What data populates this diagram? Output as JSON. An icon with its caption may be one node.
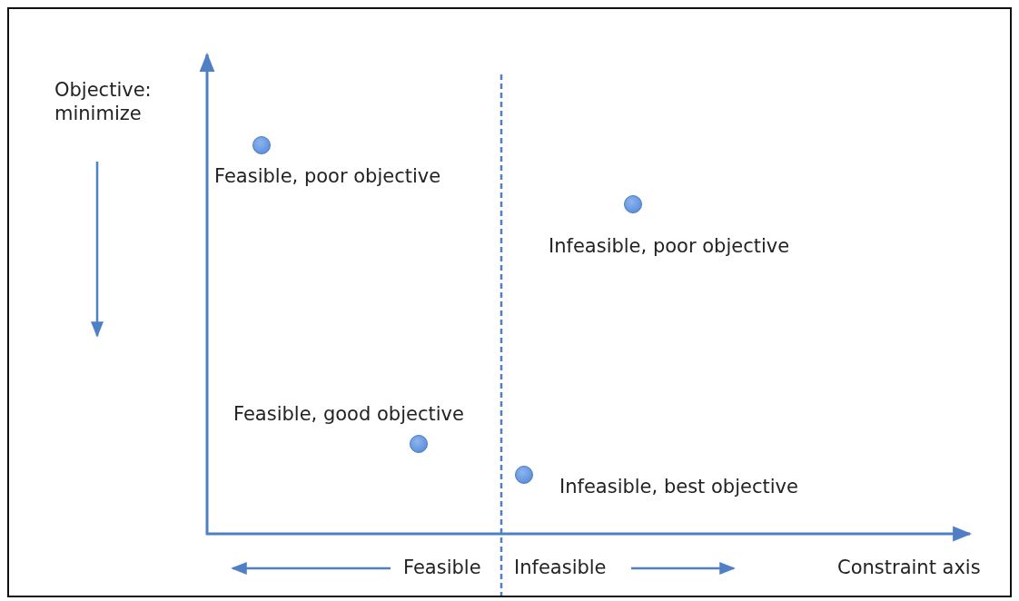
{
  "diagram": {
    "nodes": [
      {
        "text": [],
        "shape": "circle",
        "beside": [
          "Feasible, poor objective"
        ]
      },
      {
        "text": [],
        "shape": "circle",
        "beside": [
          "Infeasible, poor objective"
        ]
      },
      {
        "text": [],
        "shape": "circle",
        "beside": [
          "Feasible, good objective"
        ]
      },
      {
        "text": [],
        "shape": "circle",
        "beside": [
          "Infeasible, best objective"
        ]
      }
    ],
    "labels": [
      "Objective: minimize",
      "Feasible",
      "Infeasible",
      "Constraint axis"
    ]
  }
}
